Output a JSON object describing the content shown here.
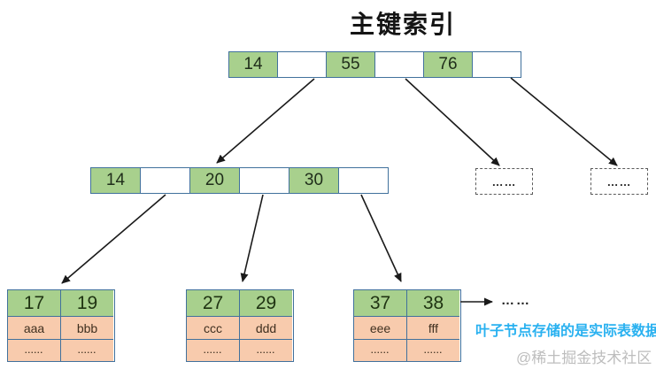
{
  "title": "主键索引",
  "tree": {
    "root": {
      "cells": [
        "14",
        "",
        "55",
        "",
        "76",
        ""
      ]
    },
    "internal": {
      "cells": [
        "14",
        "",
        "20",
        "",
        "30",
        ""
      ]
    },
    "dashed_nodes": [
      "……",
      "……"
    ],
    "leaves": [
      {
        "keys": [
          "17",
          "19"
        ],
        "values": [
          "aaa",
          "bbb"
        ],
        "more": [
          "......",
          "......"
        ]
      },
      {
        "keys": [
          "27",
          "29"
        ],
        "values": [
          "ccc",
          "ddd"
        ],
        "more": [
          "......",
          "......"
        ]
      },
      {
        "keys": [
          "37",
          "38"
        ],
        "values": [
          "eee",
          "fff"
        ],
        "more": [
          "......",
          "......"
        ]
      }
    ],
    "next_ellipsis": "……"
  },
  "annotation": {
    "text": "叶子节点存储的是实际表数据",
    "color": "#29b1f0"
  },
  "watermark": "@稀土掘金技术社区",
  "colors": {
    "key_cell_green": "#a8d08d",
    "data_cell_peach": "#f8cbad",
    "cell_border_blue": "#41719c",
    "arrow_black": "#1a1a1a"
  }
}
